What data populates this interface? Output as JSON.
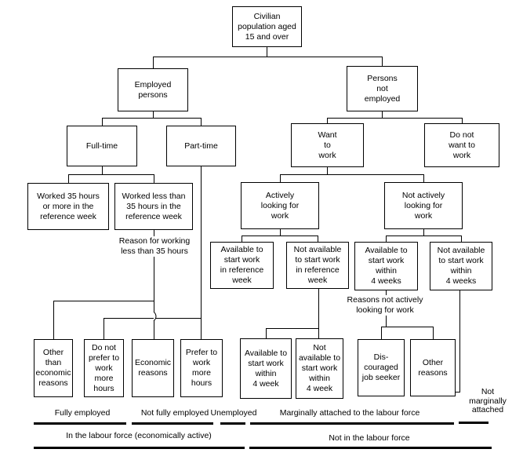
{
  "diagram": {
    "boxes": {
      "civilian_population": "Civilian\npopulation aged\n15 and over",
      "employed_persons": "Employed\npersons",
      "persons_not_employed": "Persons\nnot\nemployed",
      "full_time": "Full-time",
      "part_time": "Part-time",
      "want_to_work": "Want\nto\nwork",
      "do_not_want_to_work": "Do not\nwant to\nwork",
      "worked_35_or_more": "Worked 35 hours\nor more in the\nreference week",
      "worked_less_than_35": "Worked less than\n35 hours in the\nreference week",
      "actively_looking": "Actively\nlooking for\nwork",
      "not_actively_looking": "Not actively\nlooking for\nwork",
      "available_reference_week": "Available to\nstart work\nin reference\nweek",
      "not_available_reference_week": "Not available\nto start work\nin reference\nweek",
      "available_4_weeks": "Available to\nstart work\nwithin\n4 weeks",
      "not_available_4_weeks": "Not available\nto start work\nwithin\n4 weeks",
      "other_than_economic": "Other\nthan\neconomic\nreasons",
      "do_not_prefer_more_hours": "Do not\nprefer to\nwork\nmore\nhours",
      "economic_reasons": "Economic\nreasons",
      "prefer_more_hours": "Prefer to\nwork\nmore\nhours",
      "available_4_week": "Available to\nstart work\nwithin\n4 week",
      "not_available_4_week": "Not\navailable to\nstart work\nwithin\n4 week",
      "discouraged_job_seeker": "Dis-\ncouraged\njob seeker",
      "other_reasons": "Other\nreasons"
    },
    "annotations": {
      "reason_working_less": "Reason for working\nless than 35 hours",
      "reasons_not_looking": "Reasons not actively\nlooking for work"
    },
    "categories": {
      "fully_employed": "Fully employed",
      "not_fully_employed": "Not fully employed",
      "unemployed": "Unemployed",
      "marginally_attached": "Marginally attached to the labour force",
      "not_marginally_attached": "Not\nmarginally\nattached",
      "in_labour_force": "In the labour force (economically active)",
      "not_in_labour_force": "Not in the labour force"
    },
    "colors": {
      "line": "#000000",
      "text": "#000000",
      "background": "#ffffff"
    }
  }
}
